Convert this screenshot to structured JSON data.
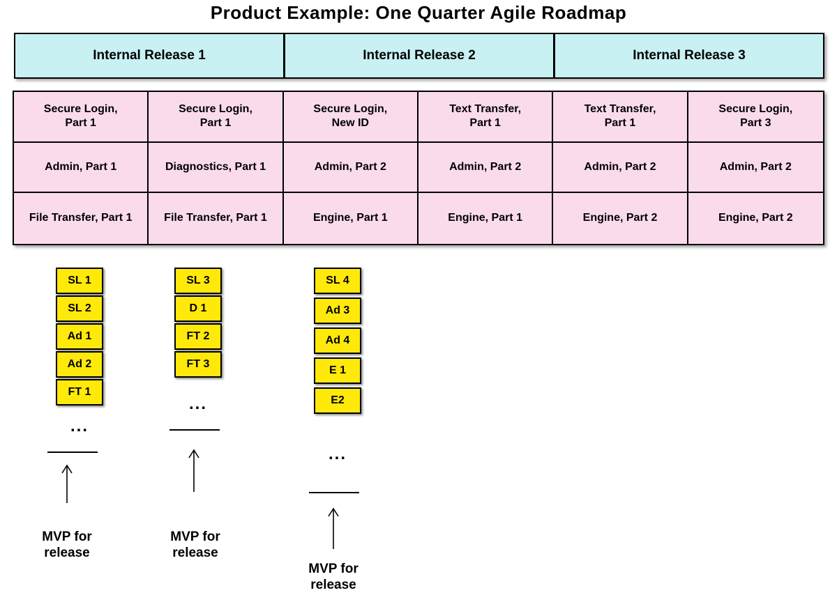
{
  "title": "Product Example: One Quarter Agile Roadmap",
  "releases": [
    {
      "label": "Internal Release 1"
    },
    {
      "label": "Internal Release 2"
    },
    {
      "label": "Internal Release 3"
    }
  ],
  "grid": {
    "rows": [
      [
        "Secure Login,\nPart 1",
        "Secure Login,\nPart 1",
        "Secure Login,\nNew ID",
        "Text Transfer,\nPart 1",
        "Text Transfer,\nPart 1",
        "Secure Login,\nPart 3"
      ],
      [
        "Admin, Part 1",
        "Diagnostics, Part 1",
        "Admin, Part 2",
        "Admin, Part 2",
        "Admin, Part 2",
        "Admin, Part 2"
      ],
      [
        "File Transfer, Part 1",
        "File Transfer, Part 1",
        "Engine, Part 1",
        "Engine, Part 1",
        "Engine, Part 2",
        "Engine, Part 2"
      ]
    ]
  },
  "stacks": [
    {
      "notes": [
        "SL 1",
        "SL 2",
        "Ad 1",
        "Ad 2",
        "FT 1"
      ],
      "ellipsis": "...",
      "label": "MVP for\nrelease"
    },
    {
      "notes": [
        "SL 3",
        "D 1",
        "FT 2",
        "FT 3"
      ],
      "ellipsis": "...",
      "label": "MVP for\nrelease"
    },
    {
      "notes": [
        "SL 4",
        "Ad 3",
        "Ad 4",
        "E 1",
        "E2"
      ],
      "ellipsis": "...",
      "label": "MVP for\nrelease"
    }
  ],
  "colors": {
    "release_fill": "#C9F1F3",
    "cell_fill": "#FADBEB",
    "note_fill": "#FFE90A",
    "border": "#000000"
  }
}
